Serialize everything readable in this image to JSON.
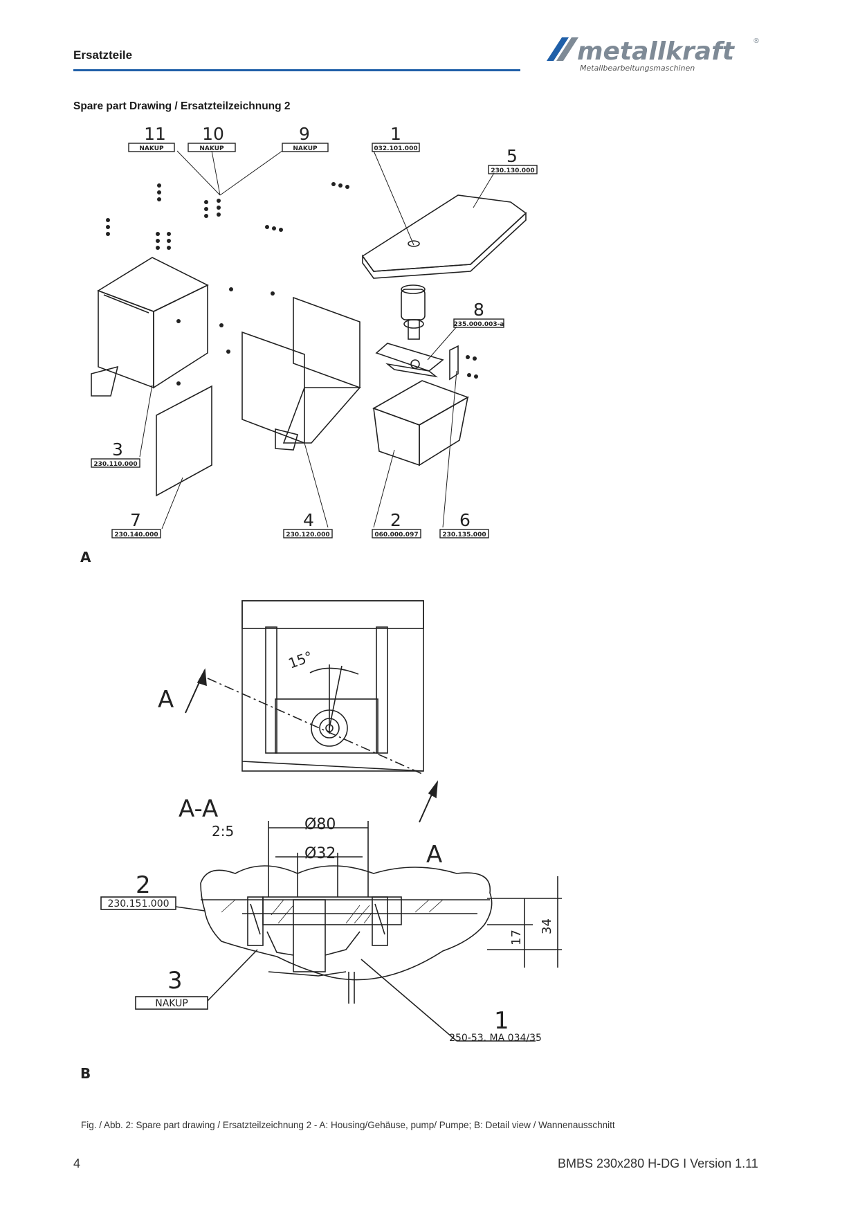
{
  "header": {
    "title": "Ersatzteile",
    "logo_text": "metallkraft",
    "logo_registered": "®",
    "logo_tagline": "Metallbearbeitungsmaschinen",
    "brand_color": "#1f5fa8"
  },
  "section_title": "Spare part Drawing / Ersatzteilzeichnung 2",
  "drawing_a": {
    "letter": "A",
    "callouts": [
      {
        "number": "11",
        "code": "NAKUP"
      },
      {
        "number": "10",
        "code": "NAKUP"
      },
      {
        "number": "9",
        "code": "NAKUP"
      },
      {
        "number": "1",
        "code": "032.101.000"
      },
      {
        "number": "5",
        "code": "230.130.000"
      },
      {
        "number": "8",
        "code": "235.000.003-a"
      },
      {
        "number": "3",
        "code": "230.110.000"
      },
      {
        "number": "7",
        "code": "230.140.000"
      },
      {
        "number": "4",
        "code": "230.120.000"
      },
      {
        "number": "2",
        "code": "060.000.097"
      },
      {
        "number": "6",
        "code": "230.135.000"
      }
    ]
  },
  "drawing_b": {
    "letter": "B",
    "angle_label": "15°",
    "section_marker": "A",
    "section_view_label": "A-A",
    "section_scale": "2:5",
    "dim_outer": "Ø80",
    "dim_inner": "Ø32",
    "dim_34": "34",
    "dim_17": "17",
    "callouts": [
      {
        "number": "2",
        "code": "230.151.000"
      },
      {
        "number": "3",
        "code": "NAKUP"
      },
      {
        "number": "1",
        "code": "250-53. MA 034/35"
      }
    ]
  },
  "caption": "Fig. /  Abb. 2: Spare part drawing / Ersatzteilzeichnung 2 -   A:  Housing/Gehäuse, pump/ Pumpe;    B:   Detail view / Wannenausschnitt",
  "footer": {
    "page_number": "4",
    "doc_ref": "BMBS 230x280 H-DG I Version 1.11"
  }
}
